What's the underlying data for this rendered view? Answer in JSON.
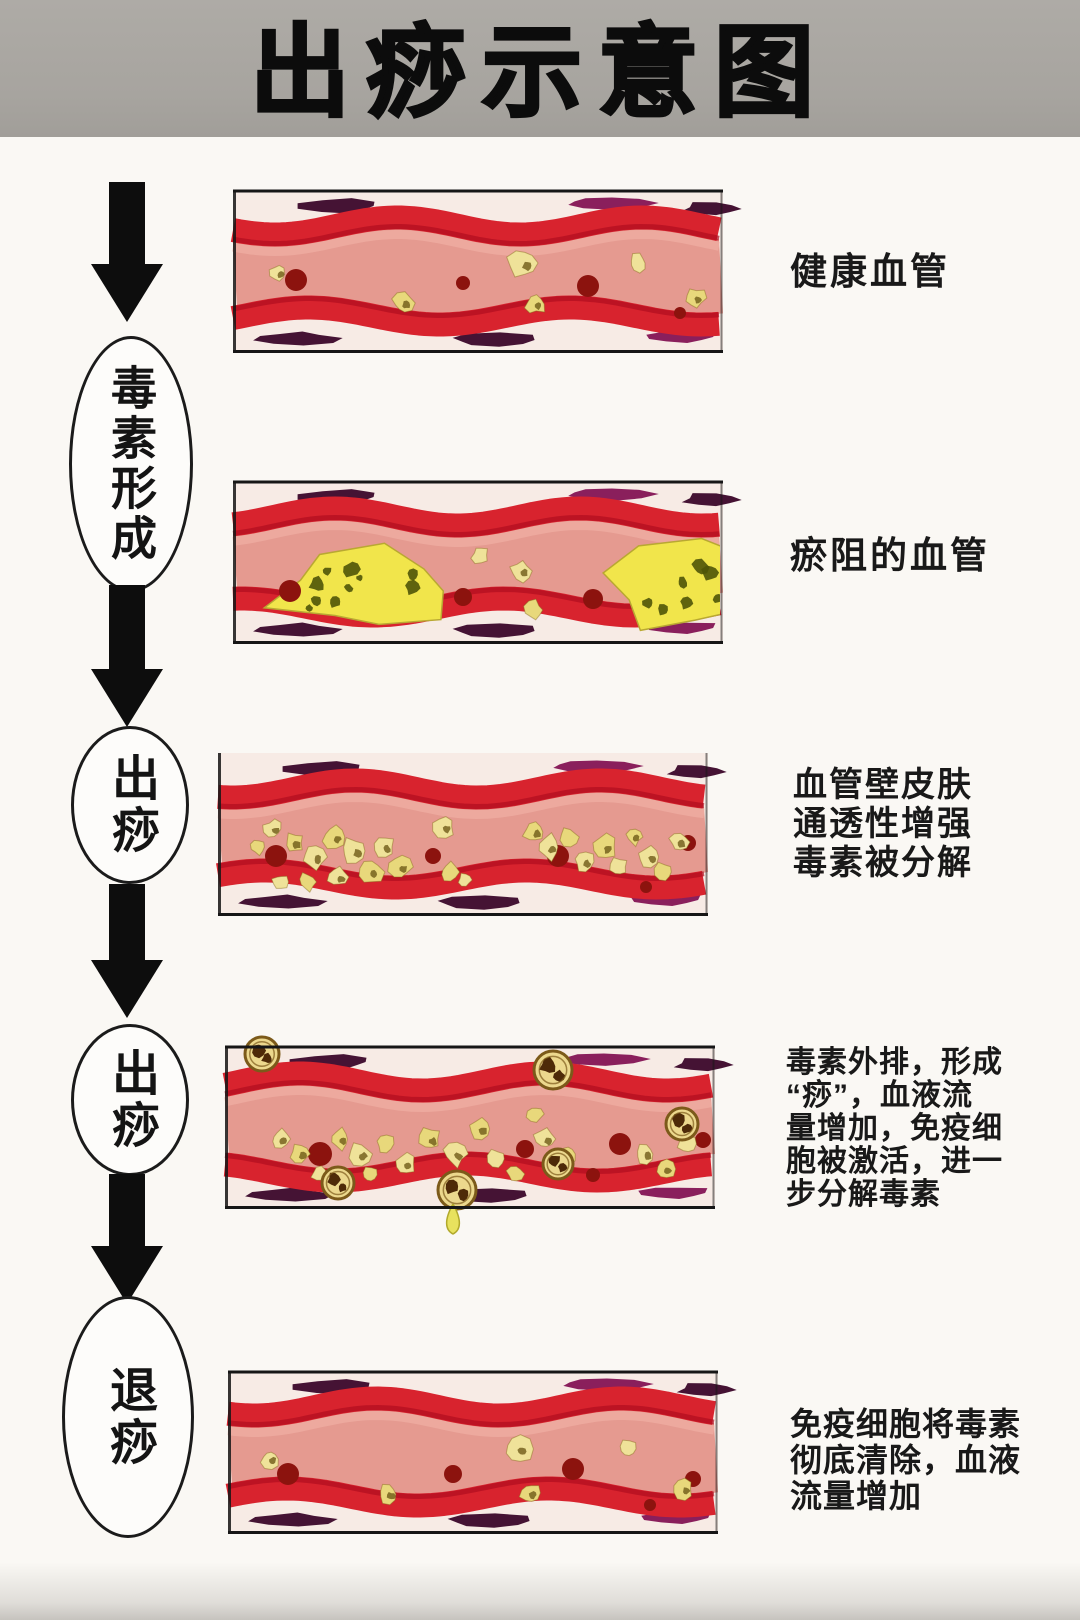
{
  "title": "出痧示意图",
  "flow": {
    "arrow_icon": "down-arrow-icon",
    "steps": [
      {
        "label": "毒素形成"
      },
      {
        "label": "出痧"
      },
      {
        "label": "出痧"
      },
      {
        "label": "退痧"
      }
    ]
  },
  "stages": [
    {
      "stage": 1,
      "caption_lines": [
        "健康血管"
      ]
    },
    {
      "stage": 2,
      "caption_lines": [
        "瘀阻的血管"
      ]
    },
    {
      "stage": 3,
      "caption_lines": [
        "血管壁皮肤",
        "通透性增强",
        "毒素被分解"
      ]
    },
    {
      "stage": 4,
      "caption_lines": [
        "毒素外排，形成",
        "“痧”，血液流",
        "量增加，免疫细",
        "胞被激活，进一",
        "步分解毒素"
      ]
    },
    {
      "stage": 5,
      "caption_lines": [
        "免疫细胞将毒素",
        "彻底清除，血液",
        "流量增加"
      ]
    }
  ],
  "colors": {
    "header_bg": "#a8a5a0",
    "page_bg": "#faf8f4",
    "ink_black": "#0d0d0d",
    "vessel_bg": "#f7ebe5",
    "lumen": "#e59a90",
    "lumen_light": "#f1b4a8",
    "wall": "#d8232e",
    "wall_dark": "#b10d1f",
    "cell": "#8c130e",
    "toxin": "#efe299",
    "toxin_alt": "#e8d87b",
    "toxin_edge": "#6b5714",
    "plaque": "#f1e54b",
    "plaque_speckle": "#4f5408",
    "streak_purple": "#451334",
    "streak_magenta": "#8a1f5c",
    "ring_fill": "#ecd88d",
    "ring_stroke": "#7c5a1a",
    "ring_inner": "#4e2a08",
    "droplet": "#e8e25e",
    "droplet_edge": "#b1a92c",
    "frame_line": "#161616"
  }
}
